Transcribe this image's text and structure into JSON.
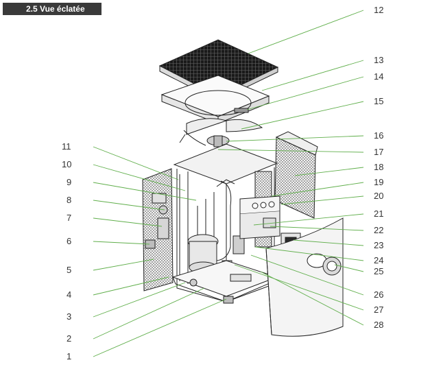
{
  "section": {
    "title": "2.5 Vue éclatée"
  },
  "colors": {
    "banner_bg": "#3a3a3a",
    "banner_text": "#ffffff",
    "leader_line": "#5fae4a",
    "ink": "#222222"
  },
  "callouts": {
    "left": [
      "11",
      "10",
      "9",
      "8",
      "7",
      "6",
      "5",
      "4",
      "3",
      "2",
      "1"
    ],
    "right": [
      "12",
      "13",
      "14",
      "15",
      "16",
      "17",
      "18",
      "19",
      "20",
      "21",
      "22",
      "23",
      "24",
      "25",
      "26",
      "27",
      "28"
    ]
  }
}
